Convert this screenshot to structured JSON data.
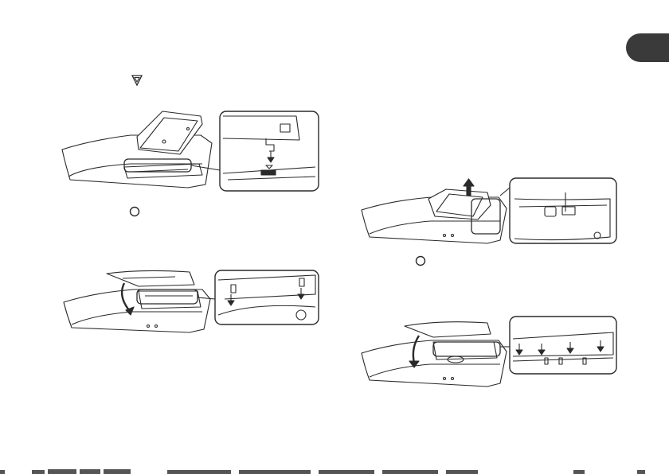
{
  "page": {
    "background": "#ffffff",
    "ink_color": "#2a2a2a",
    "tab_color": "#3a3a3a"
  },
  "icons": {
    "triangle_mark": "inverted-triangle-icon",
    "circle_mark_1": "circle-icon",
    "circle_mark_2": "circle-icon"
  },
  "figures": [
    {
      "name": "insert-disc-drive-figure",
      "detail": "drive-connector-detail"
    },
    {
      "name": "attach-cover-figure-left",
      "detail": "cover-tabs-detail-left"
    },
    {
      "name": "remove-drive-figure",
      "detail": "drive-latch-detail"
    },
    {
      "name": "attach-cover-figure-right",
      "detail": "cover-tabs-detail-right"
    }
  ]
}
